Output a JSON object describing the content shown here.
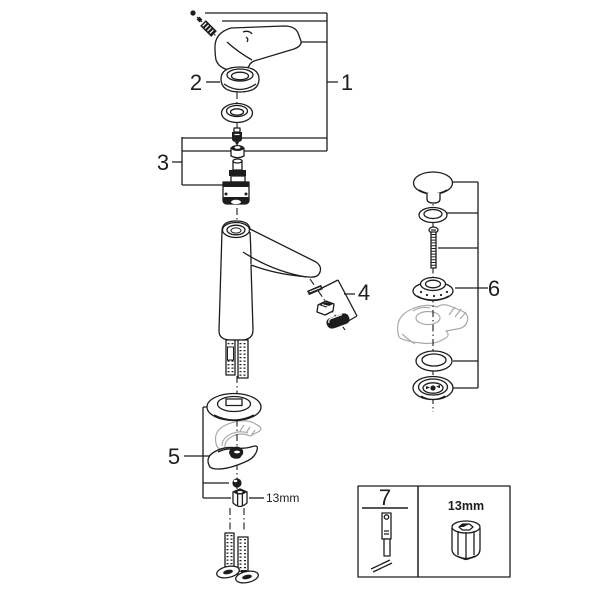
{
  "diagram": {
    "kind": "exploded-parts-diagram",
    "subject": "single-lever basin mixer faucet with pop-up waste and mounting hardware",
    "colors": {
      "background": "#ffffff",
      "line": "#1d1d1b",
      "gray_part": "#a9a9a9"
    }
  },
  "callouts": {
    "c1": "1",
    "c2": "2",
    "c3": "3",
    "c4": "4",
    "c5": "5",
    "c6": "6",
    "c7": "7"
  },
  "annotations": {
    "nut_size_label": "13mm",
    "tool_box_size_label": "13mm"
  }
}
